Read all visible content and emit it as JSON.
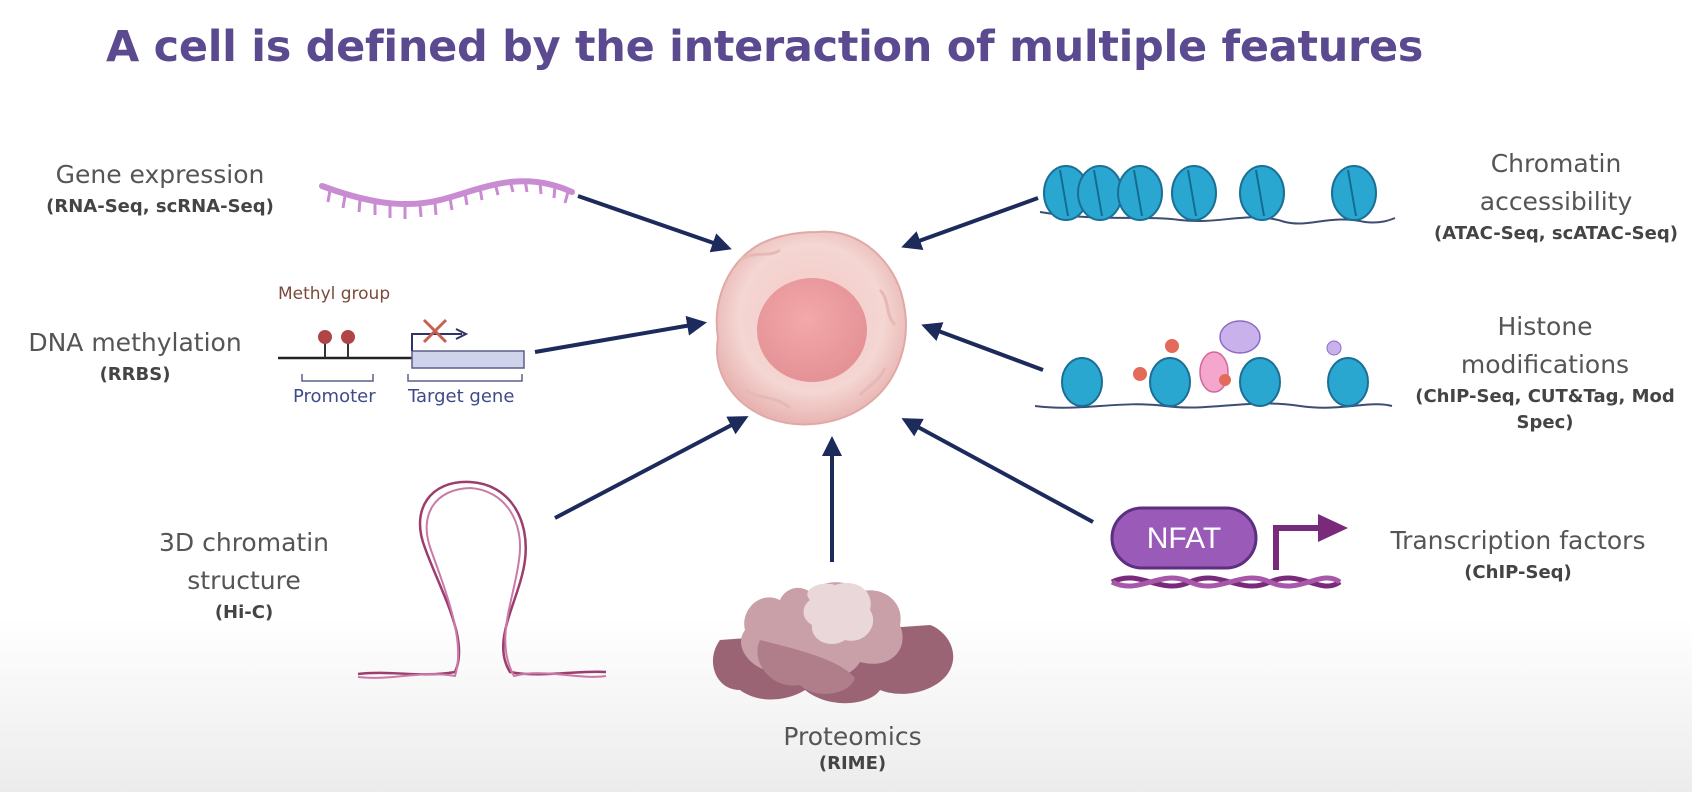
{
  "title": "A cell is defined by the interaction of multiple features",
  "features": {
    "gene_expression": {
      "name": "Gene expression",
      "method": "(RNA-Seq, scRNA-Seq)"
    },
    "dna_methylation": {
      "name": "DNA methylation",
      "method": "(RRBS)"
    },
    "chromatin_3d": {
      "name_line1": "3D chromatin",
      "name_line2": "structure",
      "method": "(Hi-C)"
    },
    "proteomics": {
      "name": "Proteomics",
      "method": "(RIME)"
    },
    "transcription_factors": {
      "name": "Transcription factors",
      "method": "(ChIP-Seq)"
    },
    "histone_modifications": {
      "name_line1": "Histone",
      "name_line2": "modifications",
      "method_line1": "(ChIP-Seq, CUT&Tag, Mod",
      "method_line2": "Spec)"
    },
    "chromatin_accessibility": {
      "name_line1": "Chromatin",
      "name_line2": "accessibility",
      "method": "(ATAC-Seq, scATAC-Seq)"
    }
  },
  "methylation_detail": {
    "methyl_group": "Methyl group",
    "promoter": "Promoter",
    "target_gene": "Target gene"
  },
  "tf_label": "NFAT",
  "colors": {
    "title": "#5b4a8f",
    "arrow": "#1c2a5c",
    "rna": "#c98bd1",
    "nucleosome": "#2aa7d1",
    "dna_loop": "#9c3d6e",
    "nfat_fill": "#9a5ab8",
    "tf_dna": "#7a2a7a"
  }
}
